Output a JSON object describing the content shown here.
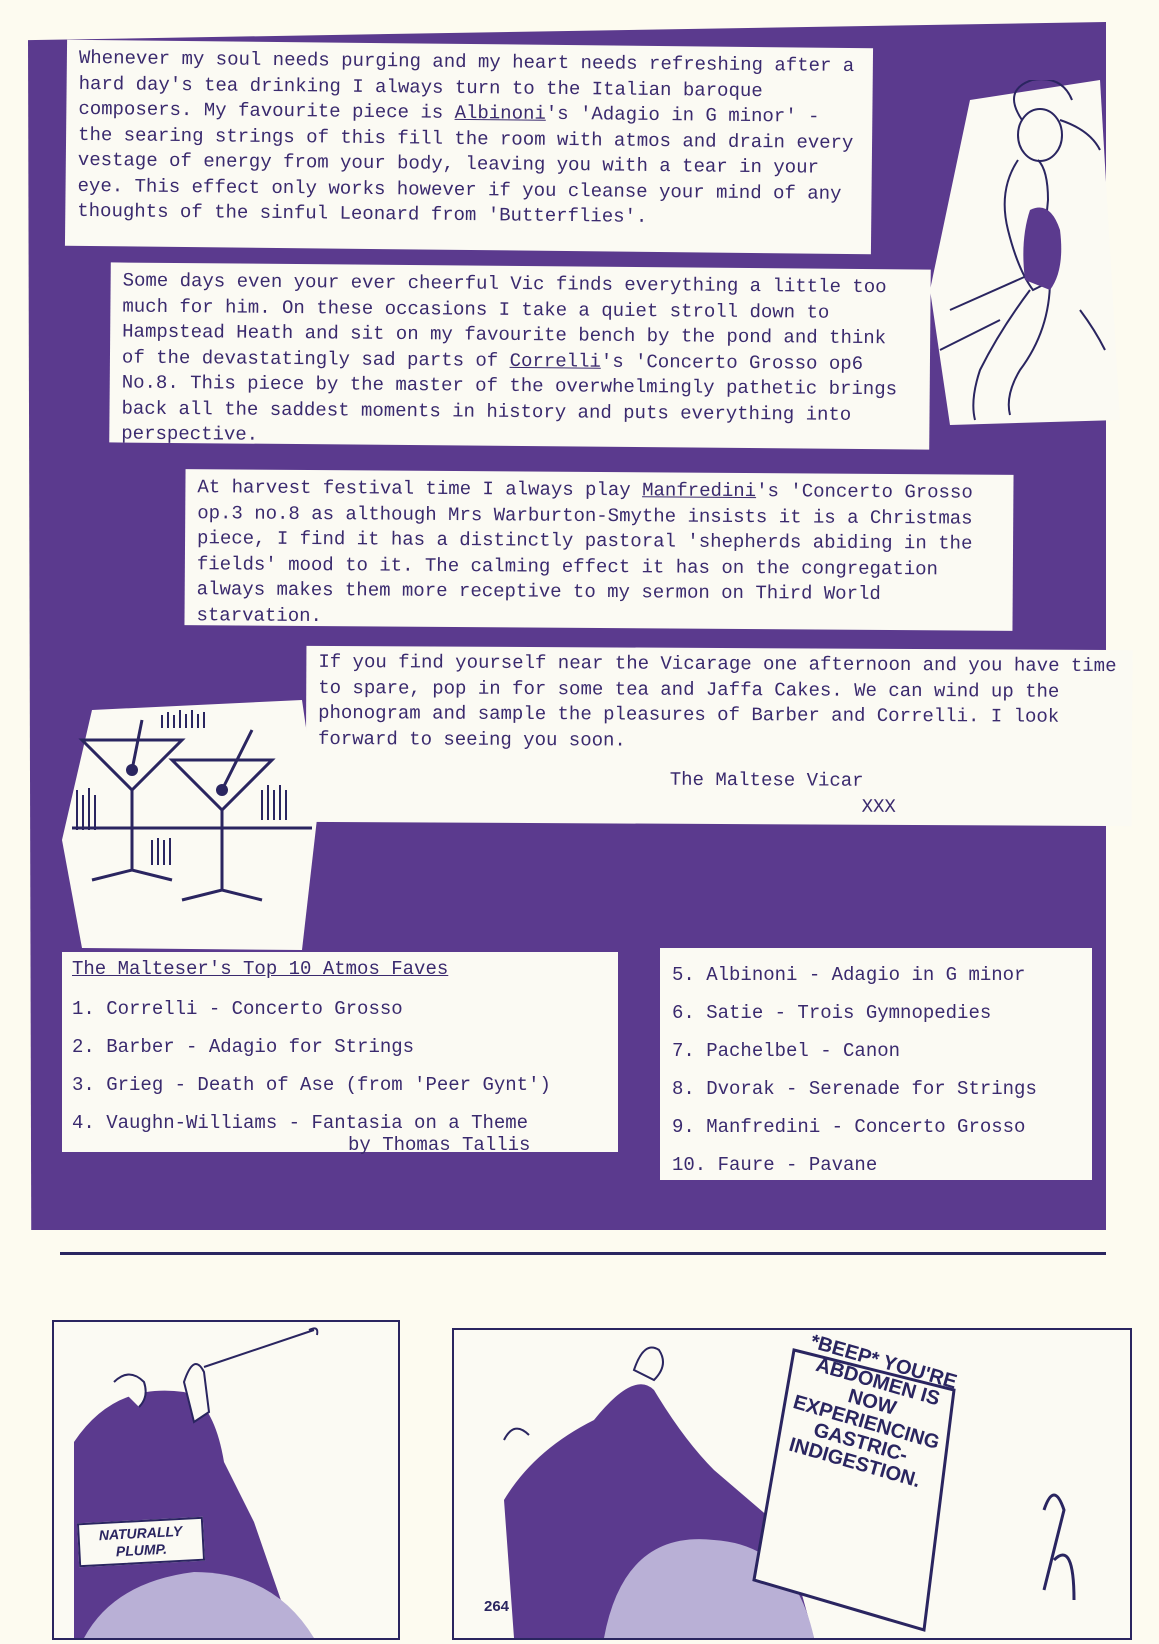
{
  "letter": {
    "p1_a": "Whenever my soul needs purging and my heart needs refreshing after a hard day's tea drinking I always turn to the Italian baroque composers. My favourite piece is ",
    "p1_name": "Albinoni",
    "p1_b": "'s 'Adagio in G minor' - the searing strings of this fill the room with atmos and drain every vestage of energy from your body, leaving you with a tear in your eye. This effect only works however if you cleanse your mind of any thoughts of the sinful Leonard from 'Butterflies'.",
    "p2_a": "Some days even your ever cheerful Vic finds everything a little too much for him. On these occasions I take a quiet stroll down to Hampstead Heath and sit on my favourite bench by the pond and think of the devastatingly sad parts of ",
    "p2_name": "Correlli",
    "p2_b": "'s 'Concerto Grosso op6 No.8. This piece by the master of the overwhelmingly pathetic brings back all the saddest moments in history and puts everything into perspective.",
    "p3_a": "At harvest festival time I always play ",
    "p3_name": "Manfredini",
    "p3_b": "'s 'Concerto Grosso op.3 no.8 as although Mrs Warburton-Smythe insists it is a Christmas piece, I find it has a distinctly pastoral 'shepherds abiding in the fields' mood to it. The calming effect it has on the congregation always makes them more receptive to my sermon on Third World starvation.",
    "p4": "If you find yourself near the Vicarage one afternoon and you have time to spare, pop in for some tea and Jaffa Cakes. We can wind up the phonogram and sample the pleasures of Barber and Correlli. I look forward to seeing you soon.",
    "signature": "The Maltese Vicar",
    "kisses": "XXX"
  },
  "top10": {
    "title": "The Malteser's Top 10 Atmos Faves",
    "left": [
      "1. Correlli - Concerto Grosso",
      "2. Barber - Adagio for Strings",
      "3. Grieg - Death of Ase (from 'Peer Gynt')",
      "4. Vaughn-Williams - Fantasia on a Theme"
    ],
    "left_cont": "by Thomas Tallis",
    "right": [
      "5. Albinoni - Adagio in G minor",
      "6. Satie - Trois Gymnopedies",
      "7. Pachelbel - Canon",
      "8. Dvorak - Serenade for Strings",
      "9. Manfredini - Concerto Grosso",
      "10. Faure - Pavane"
    ]
  },
  "cartoons": {
    "caption1": "NATURALLY PLUMP.",
    "bubble": "*BEEP* YOU'RE ABDOMEN IS NOW EXPERIENCING GASTRIC-INDIGESTION.",
    "page_number": "264"
  },
  "colors": {
    "panel": "#5b3a8e",
    "ink": "#2a2560",
    "paper": "#fbfaf3"
  },
  "icons": [
    "pinup-woman-illustration",
    "cocktail-glasses-illustration",
    "smoker-cartoon",
    "figure-with-speech-bubble-cartoon",
    "artist-signature"
  ]
}
